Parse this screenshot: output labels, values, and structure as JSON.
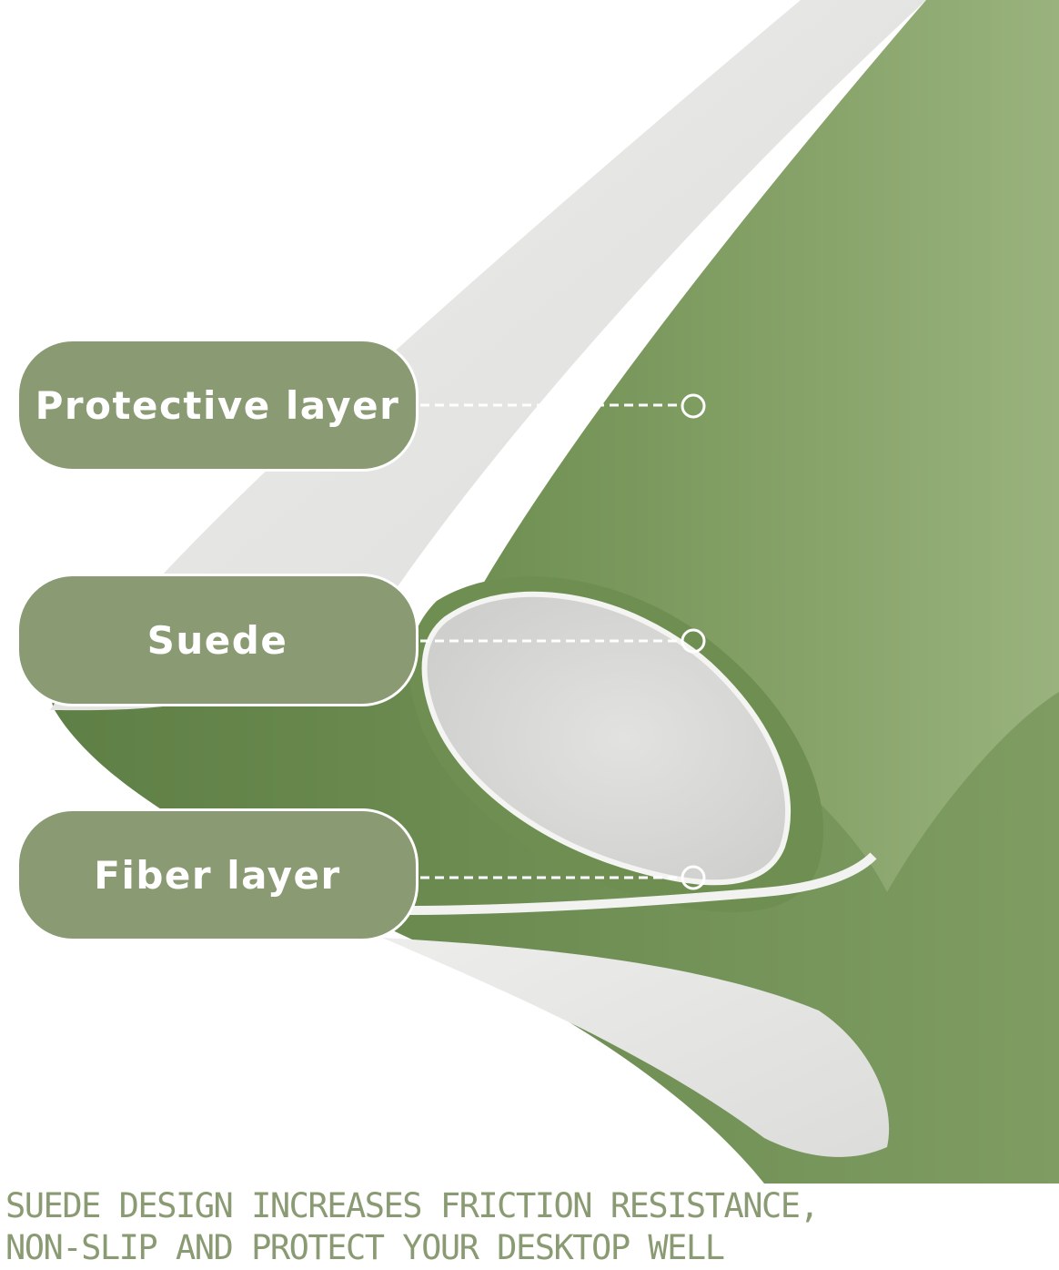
{
  "callouts": [
    {
      "label": "Protective layer"
    },
    {
      "label": "Suede"
    },
    {
      "label": "Fiber layer"
    }
  ],
  "caption": {
    "line1": "SUEDE DESIGN INCREASES FRICTION RESISTANCE,",
    "line2": "NON-SLIP AND PROTECT YOUR DESKTOP WELL"
  },
  "colors": {
    "mat_green": "#7c9a5e",
    "suede_grey": "#e6e6e4",
    "label_green": "#8a9a72",
    "background": "#ffffff"
  }
}
